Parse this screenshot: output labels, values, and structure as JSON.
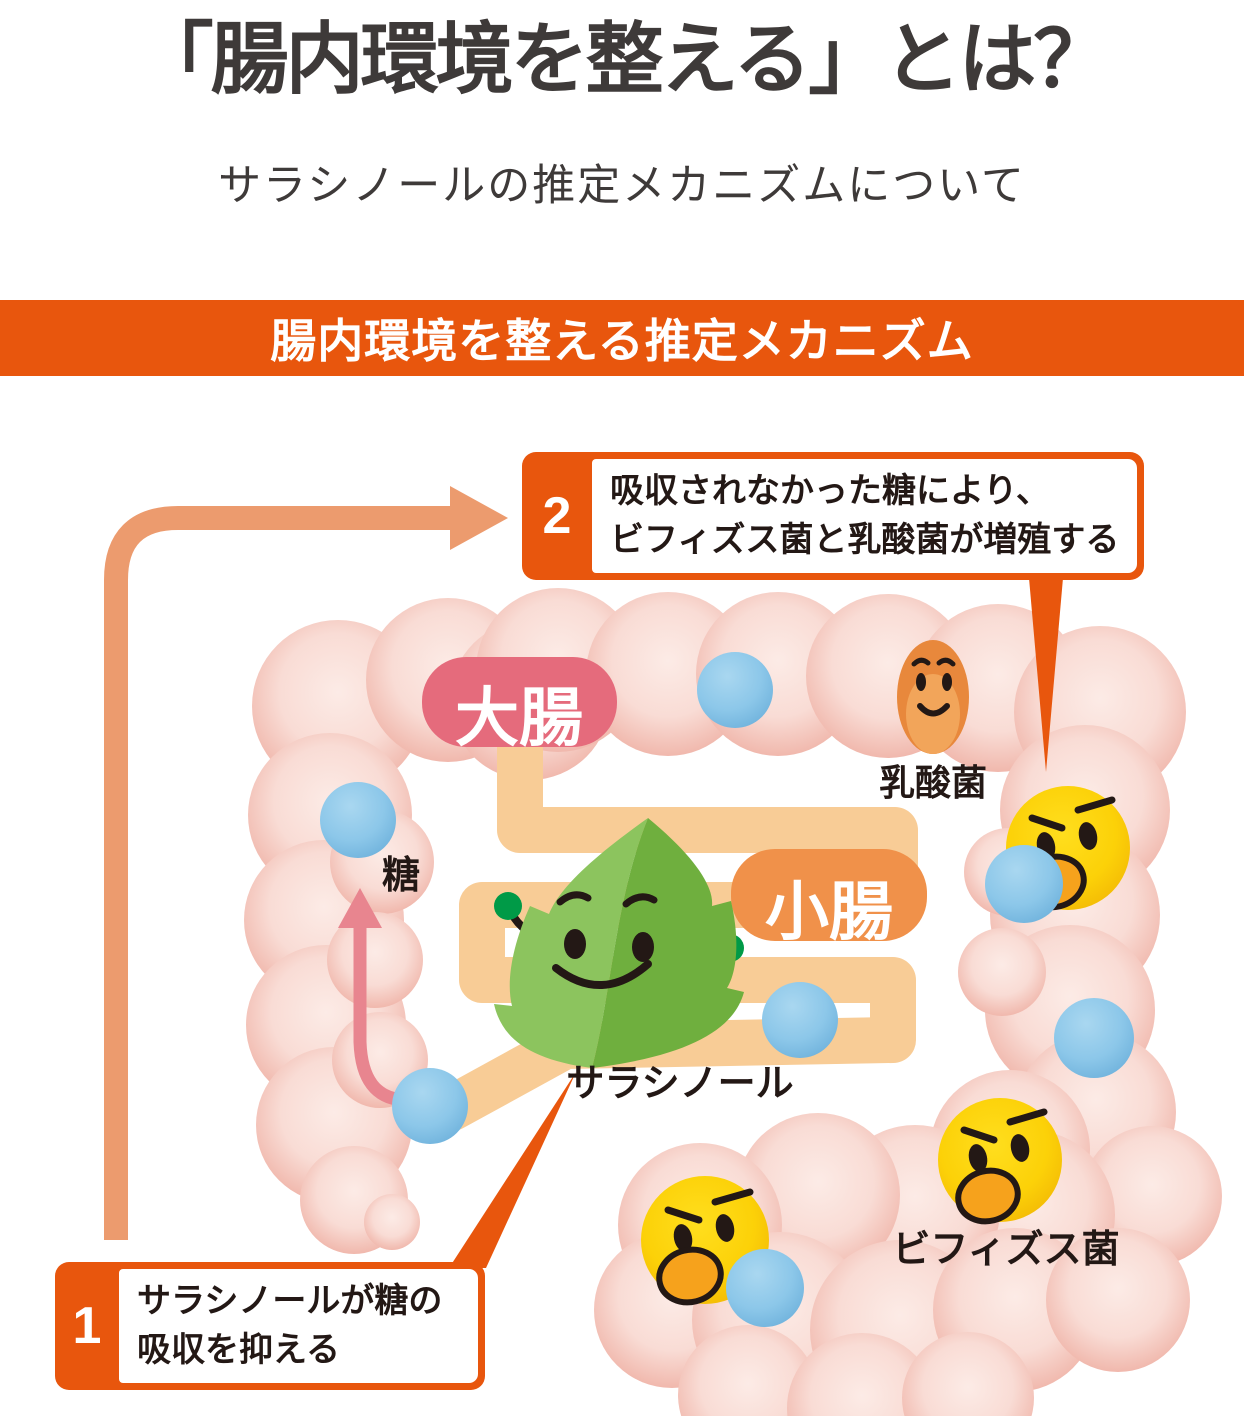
{
  "header": {
    "title": "「腸内環境を整える」とは？",
    "subtitle": "サラシノールの推定メカニズムについて",
    "banner": "腸内環境を整える推定メカニズム"
  },
  "callouts": {
    "step1": {
      "number": "1",
      "line1": "サラシノールが糖の",
      "line2": "吸収を抑える"
    },
    "step2": {
      "number": "2",
      "line1": "吸収されなかった糖により、",
      "line2": "ビフィズス菌と乳酸菌が増殖する"
    }
  },
  "diagram": {
    "labels": {
      "large_intestine": "大腸",
      "small_intestine": "小腸",
      "sugar": "糖",
      "lactic_acid_bacteria": "乳酸菌",
      "salacinol": "サラシノール",
      "bifidobacteria": "ビフィズス菌"
    }
  },
  "colors": {
    "accent_orange": "#E8560D",
    "flow_arrow_light_orange": "#EC9B6E",
    "intestine_edge_pink": "#EFB2A6",
    "intestine_fill_pink": "#FBE9E4",
    "small_intestine_tube": "#F8CC96",
    "large_intestine_badge": "#E56B7C",
    "small_intestine_badge": "#F0914A",
    "leaf_green_light": "#8CC45E",
    "leaf_green_dark": "#6FAF3E",
    "leaf_hand_green": "#009A47",
    "bacteria_yellow": "#FCD108",
    "bacteria_mouth_orange": "#F6A21C",
    "lactic_bacteria_orange": "#E8883C",
    "sugar_blue": "#8CC7E9",
    "sugar_arrow_pink": "#E8858F",
    "text_dark": "#231815",
    "title_gray": "#3E3A39"
  }
}
